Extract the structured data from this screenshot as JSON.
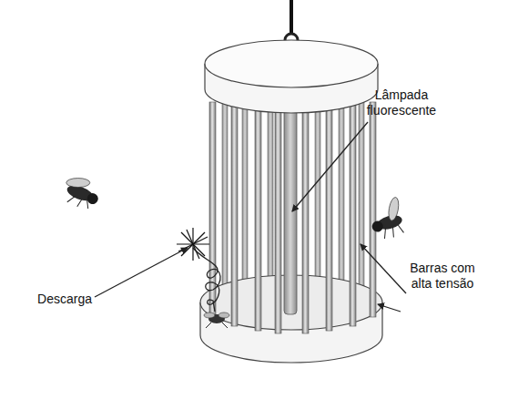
{
  "diagram": {
    "labels": [
      "Lâmpada fluorescente",
      "Barras com alta tensão",
      "Descarga"
    ]
  }
}
